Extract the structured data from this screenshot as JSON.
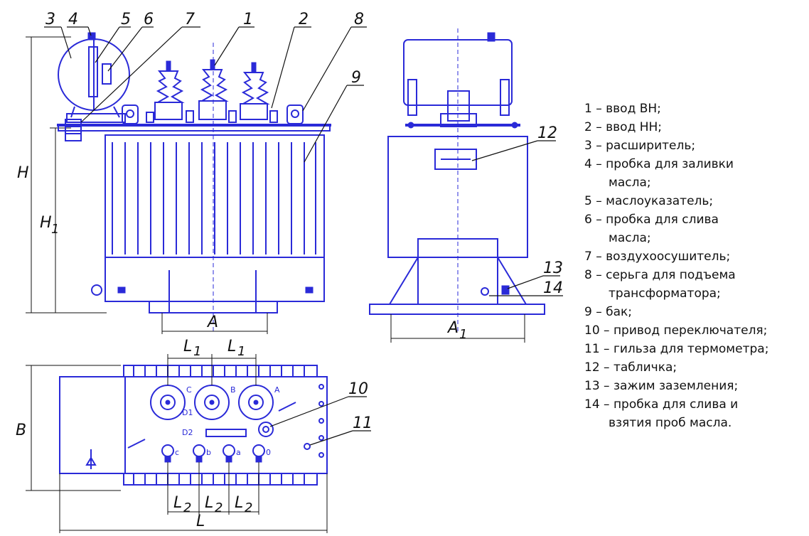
{
  "callouts": {
    "c1": "1",
    "c2": "2",
    "c3": "3",
    "c4": "4",
    "c5": "5",
    "c6": "6",
    "c7": "7",
    "c8": "8",
    "c9": "9",
    "c10": "10",
    "c11": "11",
    "c12": "12",
    "c13": "13",
    "c14": "14"
  },
  "dimensions": {
    "H": "H",
    "H1": "H",
    "H1_sub": "1",
    "A": "A",
    "A1": "A",
    "A1_sub": "1",
    "B": "B",
    "L1a": "L",
    "L1a_sub": "1",
    "L1b": "L",
    "L1b_sub": "1",
    "L2a": "L",
    "L2a_sub": "2",
    "L2b": "L",
    "L2b_sub": "2",
    "L2c": "L",
    "L2c_sub": "2",
    "L": "L"
  },
  "phase_marks": {
    "top_c": "C",
    "top_b": "B",
    "top_a": "A",
    "bot_c": "c",
    "bot_b": "b",
    "bot_a": "a",
    "bot_0": "0",
    "d1": "D1",
    "d2": "D2"
  },
  "legend": [
    {
      "lines": [
        "1 – ввод ВН;"
      ]
    },
    {
      "lines": [
        "2 – ввод НН;"
      ]
    },
    {
      "lines": [
        "3 – расширитель;"
      ]
    },
    {
      "lines": [
        "4 – пробка для заливки",
        "масла;"
      ]
    },
    {
      "lines": [
        "5 – маслоуказатель;"
      ]
    },
    {
      "lines": [
        "6 – пробка для слива",
        "масла;"
      ]
    },
    {
      "lines": [
        "7 – воздухоосушитель;"
      ]
    },
    {
      "lines": [
        "8 – серьга для подъема",
        "трансформатора;"
      ]
    },
    {
      "lines": [
        "9 – бак;"
      ]
    },
    {
      "lines": [
        "10 – привод переключателя;"
      ]
    },
    {
      "lines": [
        "11 – гильза для термометра;"
      ]
    },
    {
      "lines": [
        "12 – табличка;"
      ]
    },
    {
      "lines": [
        "13 – зажим заземления;"
      ]
    },
    {
      "lines": [
        "14 – пробка для слива и",
        "взятия проб масла."
      ]
    }
  ]
}
